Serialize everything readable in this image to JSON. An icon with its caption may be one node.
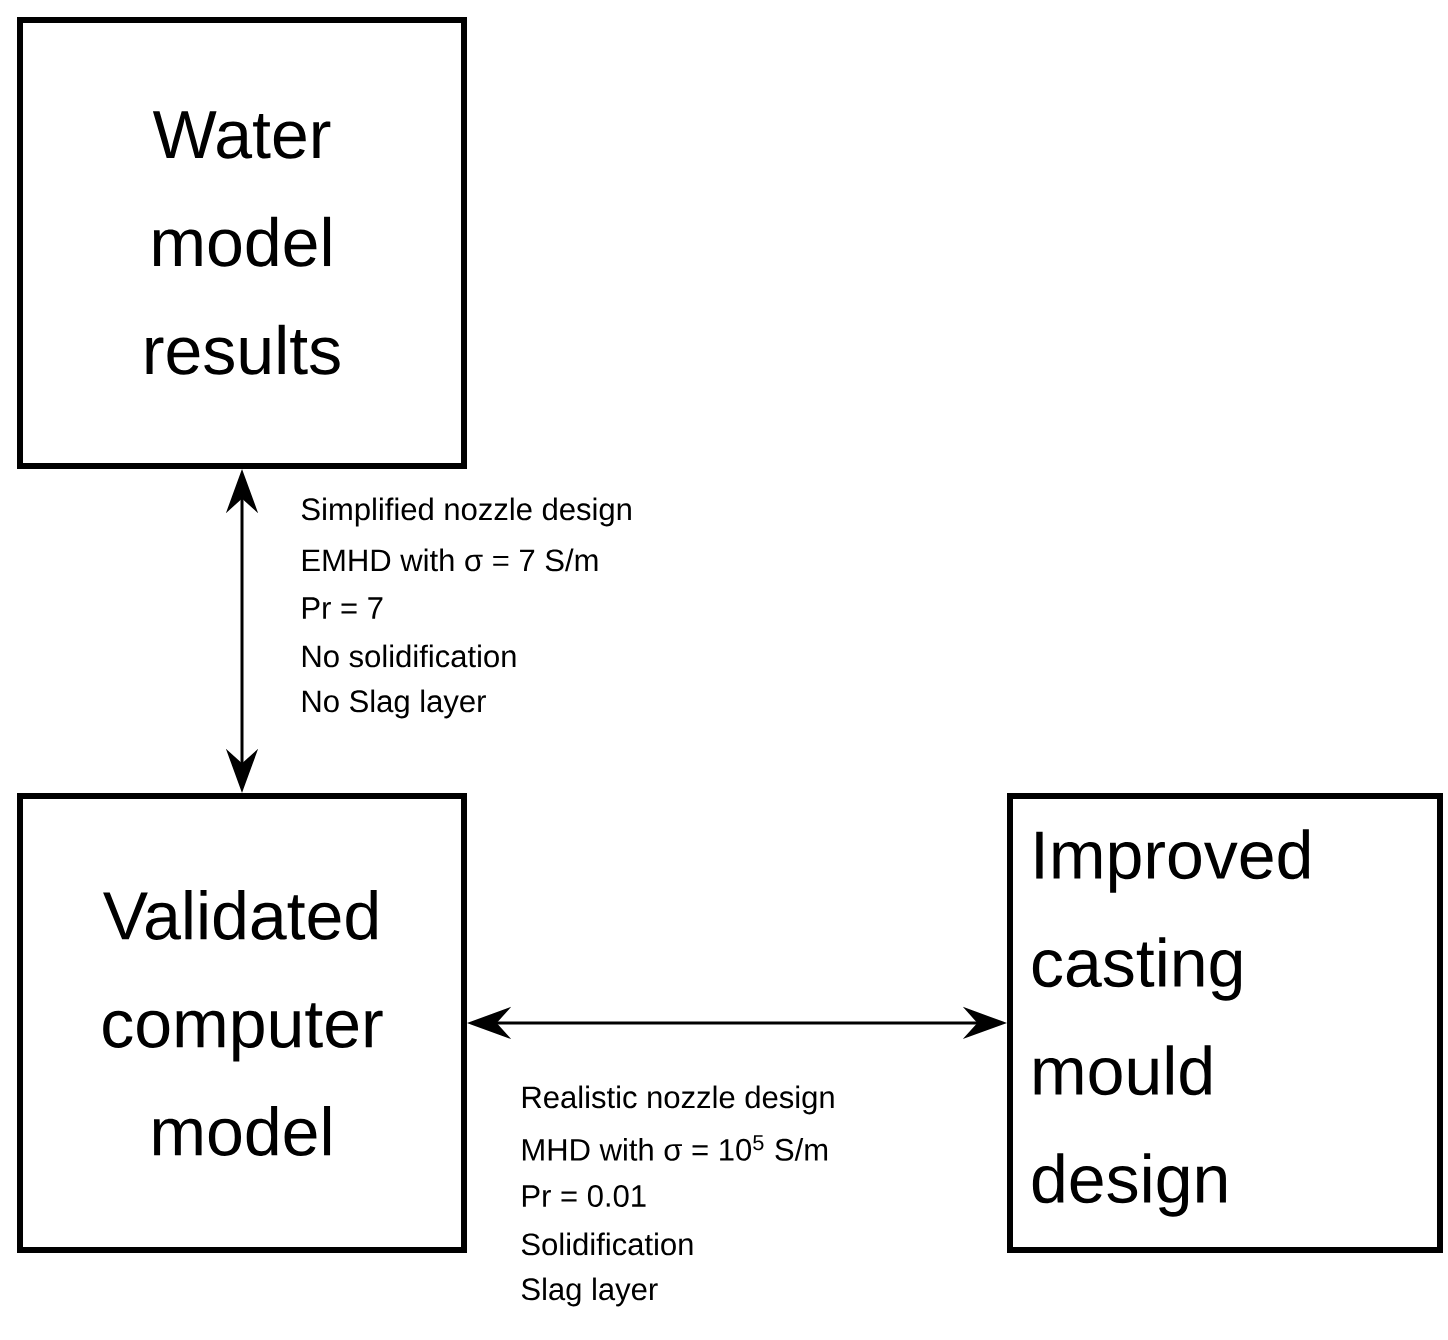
{
  "diagram": {
    "nodes": [
      {
        "text": [
          "Water model results"
        ]
      },
      {
        "text": [
          "Validated computer model"
        ]
      },
      {
        "text": [
          "Improved casting mould design"
        ]
      }
    ],
    "edges": [
      {
        "from": 0,
        "to": 1,
        "arrow": "both"
      },
      {
        "from": 1,
        "to": 2,
        "arrow": "both"
      }
    ],
    "labels": [
      "Simplified nozzle design",
      "EMHD with σ = 7 S/m",
      "Pr = 7",
      "No solidification",
      "No Slag layer",
      "Realistic nozzle design",
      "MHD with σ = 10$^{5}$ S/m",
      "Pr = 0.01",
      "Solidification",
      "Slag layer"
    ]
  }
}
